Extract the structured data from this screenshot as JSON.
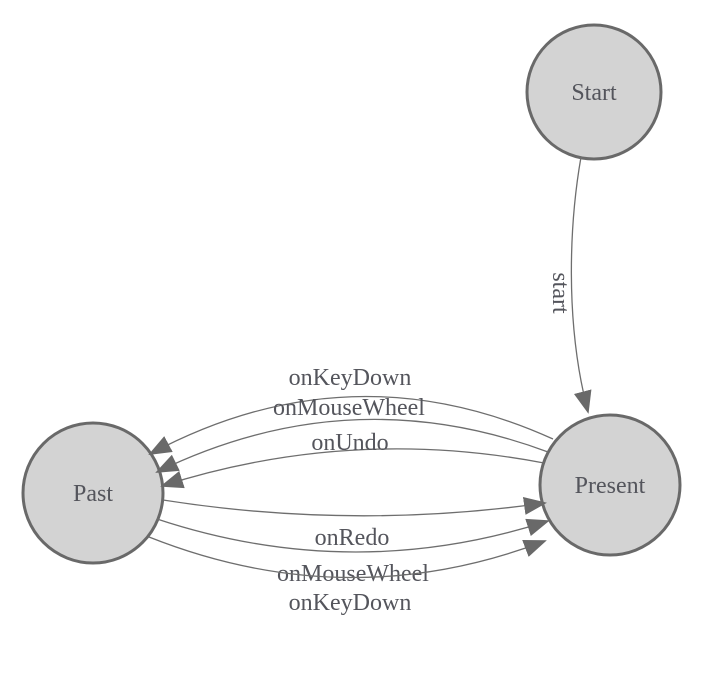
{
  "diagram": {
    "type": "state-machine",
    "colors": {
      "background": "#ffffff",
      "node_fill": "#d3d3d3",
      "node_border": "#696969",
      "edge_line": "#6e6e6e",
      "arrowhead": "#696969",
      "text": "#54555c"
    },
    "nodes": [
      {
        "id": "start",
        "label": "Start"
      },
      {
        "id": "present",
        "label": "Present"
      },
      {
        "id": "past",
        "label": "Past"
      }
    ],
    "edges": [
      {
        "from": "start",
        "to": "present",
        "label": "start"
      },
      {
        "from": "present",
        "to": "past",
        "label": "onKeyDown"
      },
      {
        "from": "present",
        "to": "past",
        "label": "onMouseWheel"
      },
      {
        "from": "present",
        "to": "past",
        "label": "onUndo"
      },
      {
        "from": "past",
        "to": "present",
        "label": "onRedo"
      },
      {
        "from": "past",
        "to": "present",
        "label": "onMouseWheel"
      },
      {
        "from": "past",
        "to": "present",
        "label": "onKeyDown"
      }
    ]
  }
}
